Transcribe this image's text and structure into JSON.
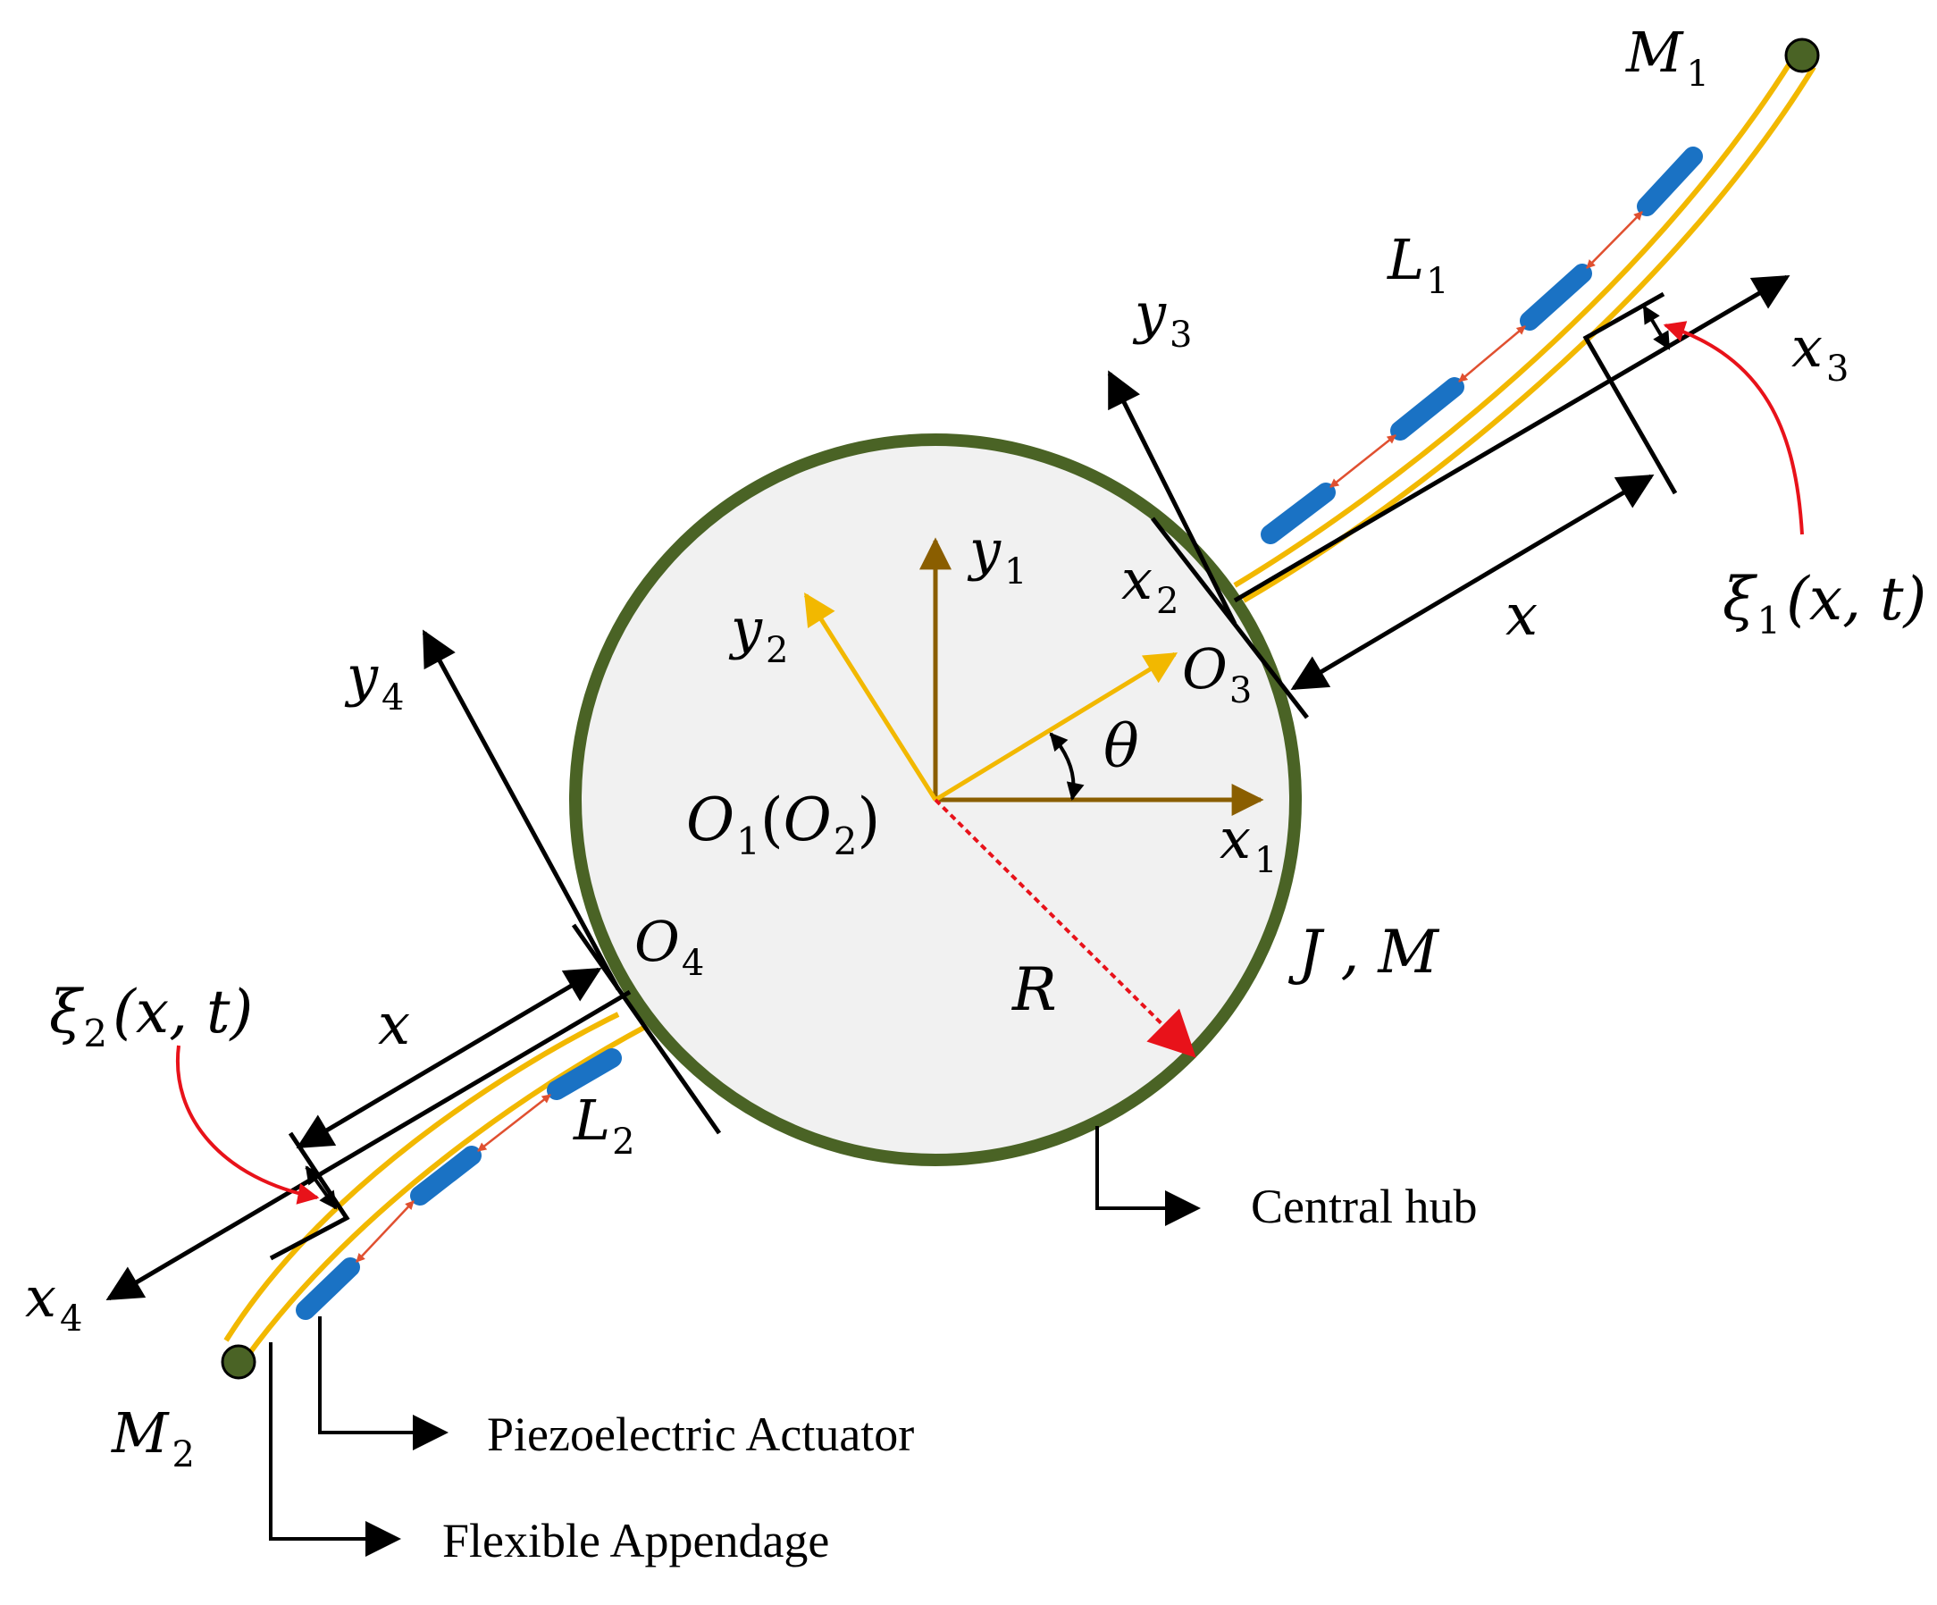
{
  "colors": {
    "hub_rim": "#4a6325",
    "hub_fill": "#f1f1f1",
    "appendage": "#f2b800",
    "actuator": "#1a72c4",
    "frame1": "#8a5e00",
    "frame2": "#f2b800",
    "radius": "#e8121a",
    "arrow": "#000000",
    "tip_mass": "#4a6325"
  },
  "labels": {
    "M1": {
      "base": "M",
      "sub": "1"
    },
    "M2": {
      "base": "M",
      "sub": "2"
    },
    "L1": {
      "base": "L",
      "sub": "1"
    },
    "L2": {
      "base": "L",
      "sub": "2"
    },
    "x1": {
      "base": "x",
      "sub": "1"
    },
    "y1": {
      "base": "y",
      "sub": "1"
    },
    "x2": {
      "base": "x",
      "sub": "2"
    },
    "y2": {
      "base": "y",
      "sub": "2"
    },
    "x3": {
      "base": "x",
      "sub": "3"
    },
    "y3": {
      "base": "y",
      "sub": "3"
    },
    "x4": {
      "base": "x",
      "sub": "4"
    },
    "y4": {
      "base": "y",
      "sub": "4"
    },
    "O3": {
      "base": "O",
      "sub": "3"
    },
    "O4": {
      "base": "O",
      "sub": "4"
    },
    "O1": {
      "base": "O",
      "sub": "1"
    },
    "O2": {
      "base": "O",
      "sub": "2"
    },
    "theta": "θ",
    "R": "R",
    "JM": "J , M",
    "x_right": "x",
    "x_left": "x",
    "xi1": {
      "base": "ξ",
      "sub": "1",
      "args": "(x, t)"
    },
    "xi2": {
      "base": "ξ",
      "sub": "2",
      "args": "(x, t)"
    }
  },
  "callouts": {
    "central_hub": "Central hub",
    "piezo": "Piezoelectric Actuator",
    "flexible": "Flexible Appendage"
  }
}
